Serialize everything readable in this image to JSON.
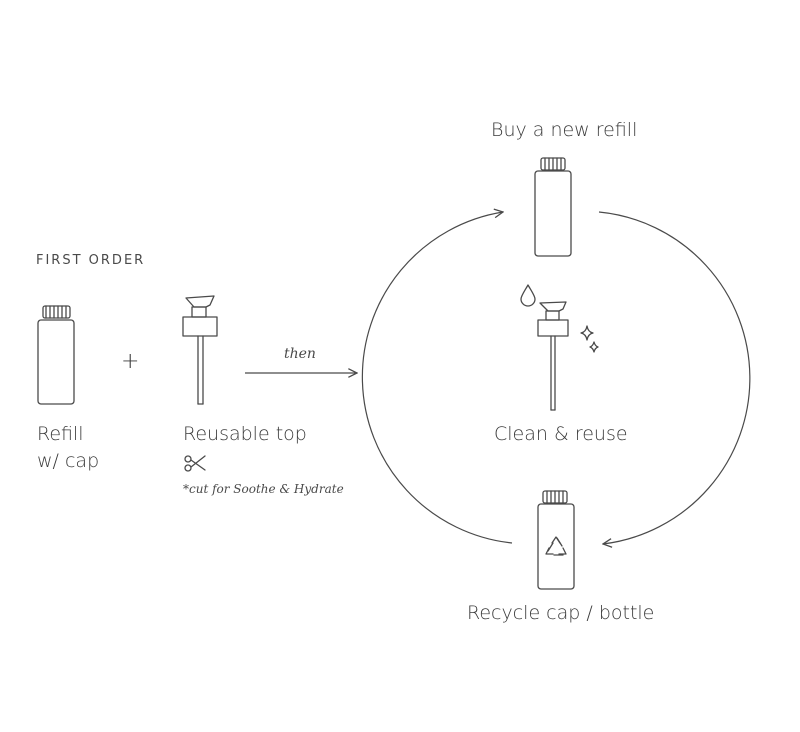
{
  "heading": "FIRST ORDER",
  "plus_sign": "+",
  "first_order": {
    "refill_label_line1": "Refill",
    "refill_label_line2": "w/ cap",
    "reusable_top_label": "Reusable top",
    "cut_note": "*cut for Soothe & Hydrate",
    "then_label": "then"
  },
  "cycle": {
    "buy_label": "Buy a new refill",
    "clean_label": "Clean & reuse",
    "recycle_label": "Recycle cap / bottle"
  },
  "icons": {
    "bottle": "bottle-icon",
    "pump": "pump-top-icon",
    "scissors": "scissors-icon",
    "droplet": "droplet-icon",
    "sparkle": "sparkle-icon",
    "recycle": "recycle-icon"
  },
  "colors": {
    "stroke": "#4a4a4a",
    "text": "#3a3a3a",
    "background": "#ffffff"
  }
}
